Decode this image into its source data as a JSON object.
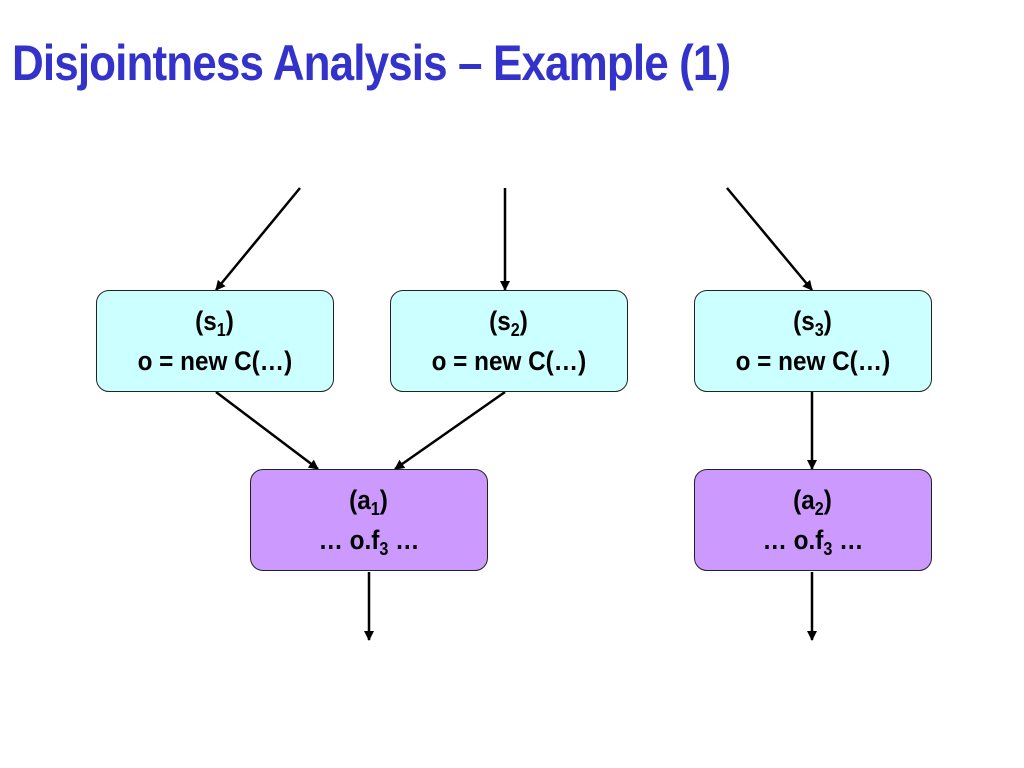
{
  "title": "Disjointness Analysis – Example (1)",
  "nodes": {
    "s1": {
      "label": "s",
      "sub": "1",
      "code": "o = new C(…)"
    },
    "s2": {
      "label": "s",
      "sub": "2",
      "code": "o = new C(…)"
    },
    "s3": {
      "label": "s",
      "sub": "3",
      "code": "o = new C(…)"
    },
    "a1": {
      "label": "a",
      "sub": "1",
      "code_pre": "… o.f",
      "code_sub": "3",
      "code_post": " …"
    },
    "a2": {
      "label": "a",
      "sub": "2",
      "code_pre": "… o.f",
      "code_sub": "3",
      "code_post": " …"
    }
  },
  "colors": {
    "title": "#3333cc",
    "statement_fill": "#ccffff",
    "access_fill": "#cc99ff"
  }
}
